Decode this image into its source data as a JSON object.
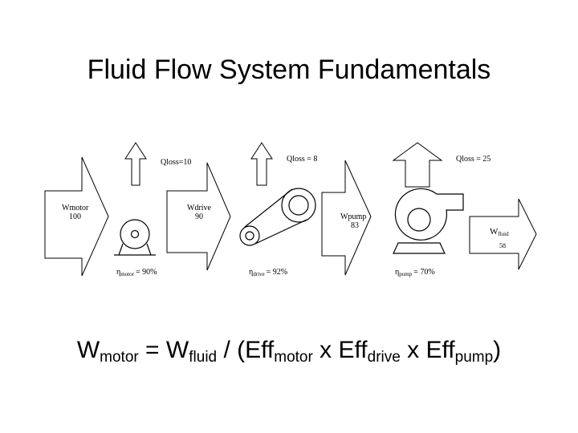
{
  "title": "Fluid Flow System Fundamentals",
  "diagram": {
    "motor": {
      "w_label": "Wmotor",
      "w_value": "100",
      "q_loss": "Qloss=10",
      "efficiency_symbol": "η",
      "efficiency_sub": "motor",
      "efficiency_value": "= 90%"
    },
    "drive": {
      "w_label": "Wdrive",
      "w_value": "90",
      "q_loss": "Qloss = 8",
      "efficiency_symbol": "η",
      "efficiency_sub": "drive",
      "efficiency_value": "= 92%"
    },
    "pump": {
      "w_label": "Wpump",
      "w_value": "83",
      "q_loss": "Qloss = 25",
      "efficiency_symbol": "η",
      "efficiency_sub": "pump",
      "efficiency_value": "= 70%"
    },
    "fluid": {
      "w_label": "W",
      "w_sub": "fluid",
      "w_value": "58"
    }
  },
  "formula": {
    "w": "W",
    "motor": "motor",
    "eq": " = ",
    "fluid": "fluid",
    "div": " / (Eff",
    "times1": " x Eff",
    "drive": "drive",
    "times2": " x Eff",
    "pump": "pump",
    "close": ")"
  }
}
